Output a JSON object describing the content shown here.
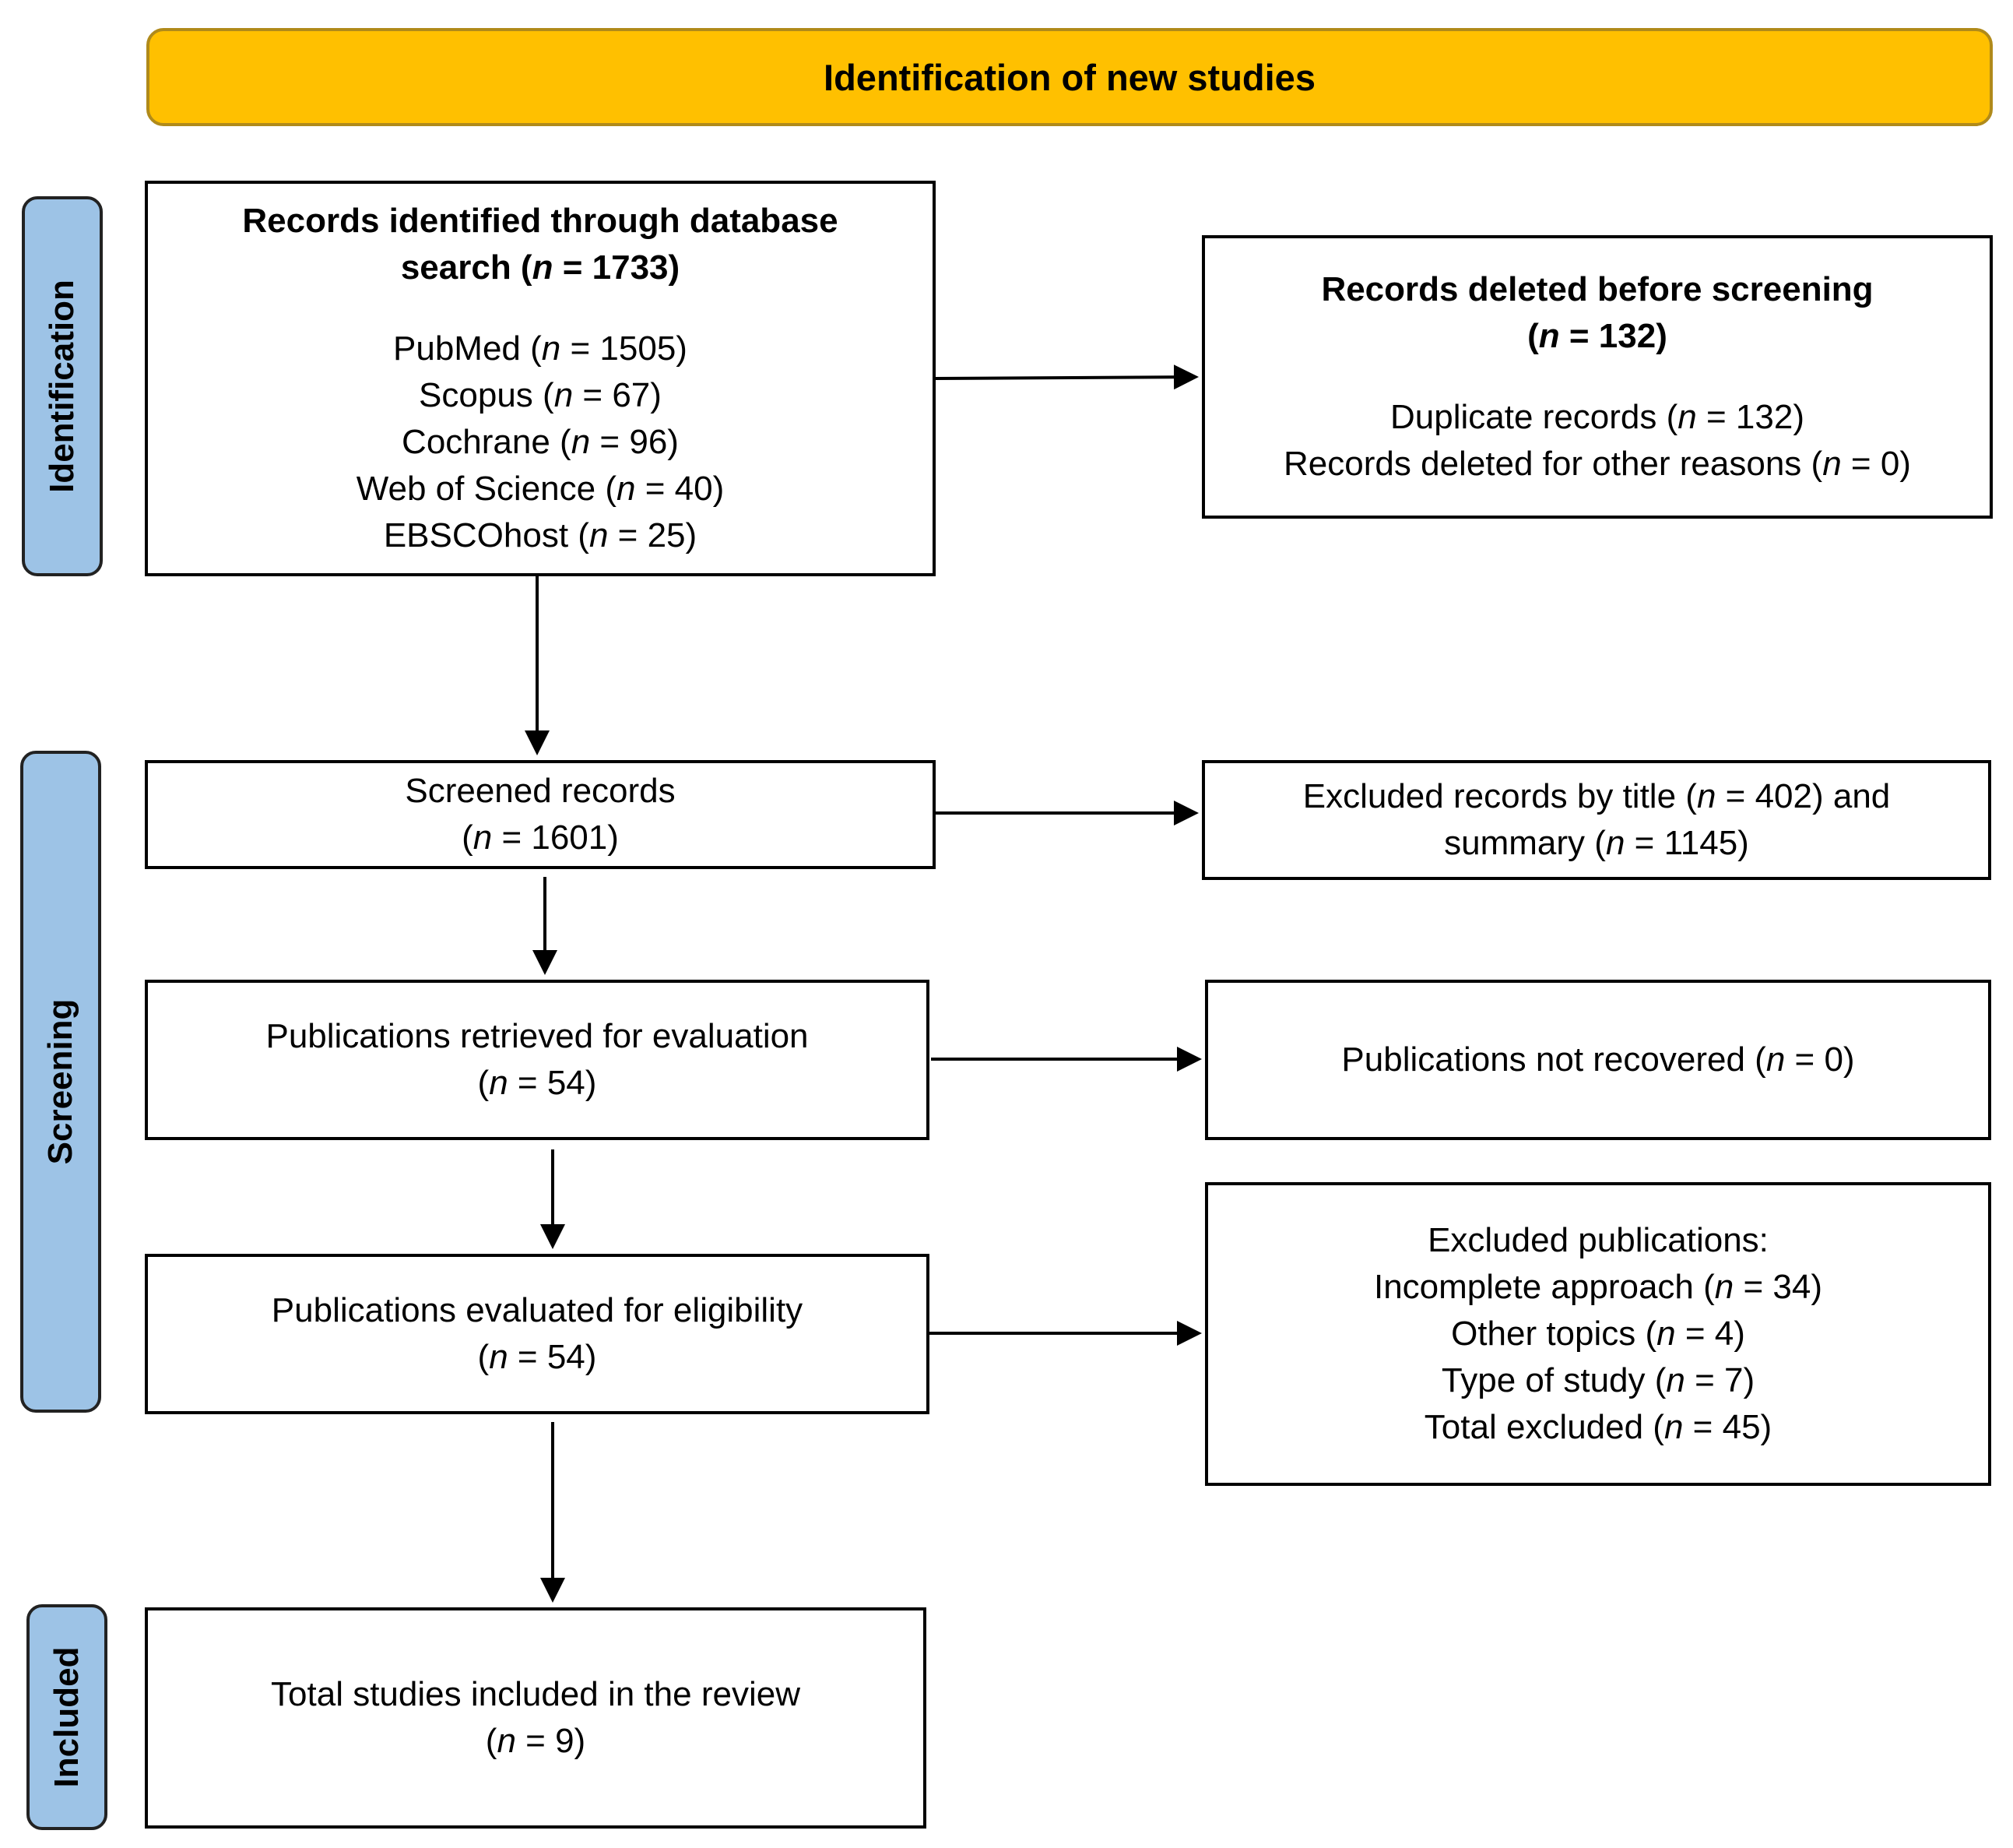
{
  "header": {
    "title": "Identification of new studies"
  },
  "phases": {
    "identification": "Identification",
    "screening": "Screening",
    "included": "Included"
  },
  "boxes": {
    "database_search": {
      "title_line1": "Records identified through database",
      "title_line2_pre": "search (",
      "n_var": "n",
      "title_line2_post": " = 1733)",
      "sources": [
        {
          "name": "PubMed",
          "value": " = 1505)"
        },
        {
          "name": "Scopus",
          "value": " = 67)"
        },
        {
          "name": "Cochrane",
          "value": " = 96)"
        },
        {
          "name": "Web of Science",
          "value": " = 40)"
        },
        {
          "name": "EBSCOhost",
          "value": " = 25)"
        }
      ]
    },
    "deleted_before_screening": {
      "title_line1": "Records deleted before screening",
      "title_line2_post": " = 132)",
      "duplicates_label": "Duplicate records",
      "duplicates_value": " = 132)",
      "other_label": "Records deleted for other reasons",
      "other_value": " = 0)"
    },
    "screened": {
      "label": "Screened records",
      "value": " = 1601)"
    },
    "excluded_title_summary": {
      "line1_pre": "Excluded records by title (",
      "line1_post": " = 402) and",
      "line2_pre": "summary (",
      "line2_post": " = 1145)"
    },
    "retrieved": {
      "label": "Publications retrieved for evaluation",
      "value": " = 54)"
    },
    "not_recovered": {
      "label_pre": "Publications not recovered (",
      "label_post": " = 0)"
    },
    "eligibility": {
      "label": "Publications evaluated for eligibility",
      "value": " = 54)"
    },
    "excluded_publications": {
      "title": "Excluded publications:",
      "items": [
        {
          "label": "Incomplete approach",
          "value": " = 34)"
        },
        {
          "label": "Other topics",
          "value": " = 4)"
        },
        {
          "label": "Type of study",
          "value": " = 7)"
        },
        {
          "label": "Total excluded",
          "value": " = 45)"
        }
      ]
    },
    "included": {
      "label": "Total studies included in the review",
      "value": " = 9)"
    }
  }
}
